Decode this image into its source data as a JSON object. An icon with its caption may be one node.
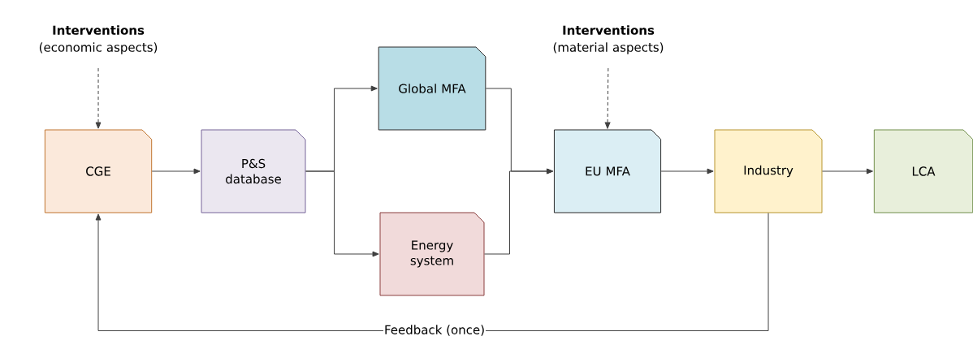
{
  "diagram": {
    "nodes": [
      {
        "text": [
          "Interventions",
          "(economic aspects)"
        ]
      },
      {
        "text": [
          "CGE"
        ]
      },
      {
        "text": [
          "P&S database"
        ]
      },
      {
        "text": [
          "Global MFA"
        ]
      },
      {
        "text": [
          "Energy system"
        ]
      },
      {
        "text": [
          "Interventions",
          "(material aspects)"
        ]
      },
      {
        "text": [
          "EU MFA"
        ]
      },
      {
        "text": [
          "Industry"
        ]
      },
      {
        "text": [
          "LCA"
        ]
      }
    ],
    "edges": [
      {
        "from": 0,
        "to": 1,
        "arrow": "to",
        "style": "dashed"
      },
      {
        "from": 1,
        "to": 2,
        "arrow": "to"
      },
      {
        "from": 2,
        "to": 3,
        "arrow": "to"
      },
      {
        "from": 2,
        "to": 4,
        "arrow": "to"
      },
      {
        "from": 3,
        "to": 6,
        "arrow": "to"
      },
      {
        "from": 4,
        "to": 6,
        "arrow": "to"
      },
      {
        "from": 5,
        "to": 6,
        "arrow": "to",
        "style": "dashed"
      },
      {
        "from": 6,
        "to": 7,
        "arrow": "to"
      },
      {
        "from": 7,
        "to": 8,
        "arrow": "to"
      },
      {
        "from": 7,
        "to": 1,
        "arrow": "to",
        "label": "Feedback (once)"
      }
    ]
  }
}
